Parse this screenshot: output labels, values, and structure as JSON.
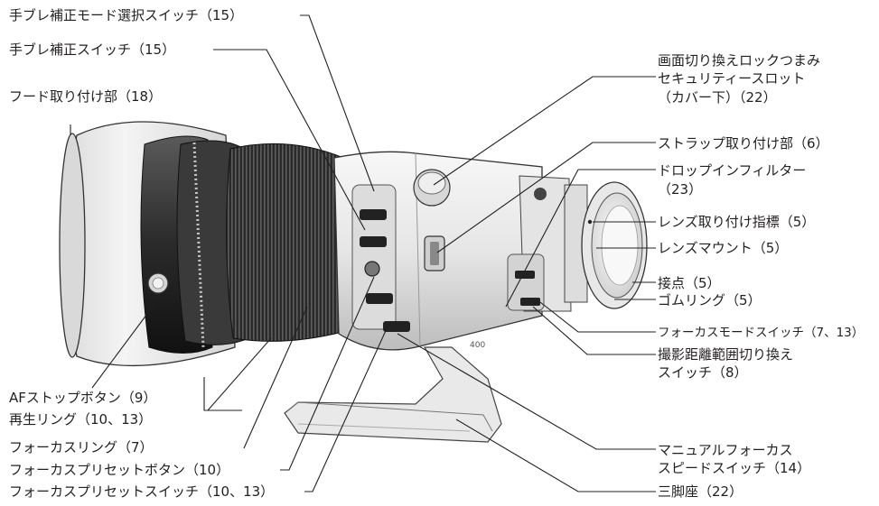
{
  "callouts": {
    "stabilizer_mode_switch": "手ブレ補正モード選択スイッチ（15）",
    "stabilizer_switch": "手ブレ補正スイッチ（15）",
    "hood_mount": "フード取り付け部（18）",
    "af_stop_button": "AFストップボタン（9）",
    "playback_ring": "再生リング（10、13）",
    "focus_ring": "フォーカスリング（7）",
    "focus_preset_button": "フォーカスプリセットボタン（10）",
    "focus_preset_switch": "フォーカスプリセットスイッチ（10、13）",
    "rotation_lock_knob": "画面切り換えロックつまみ",
    "security_slot": "セキュリティースロット",
    "security_slot_note": "（カバー下）（22）",
    "strap_mount": "ストラップ取り付け部（6）",
    "drop_in_filter": "ドロップインフィルター",
    "drop_in_filter_ref": "（23）",
    "lens_mount_index": "レンズ取り付け指標（5）",
    "lens_mount": "レンズマウント（5）",
    "contacts": "接点（5）",
    "rubber_ring": "ゴムリング（5）",
    "focus_mode_switch": "フォーカスモードスイッチ（7、13）",
    "distance_range_switch": "撮影距離範囲切り換え",
    "distance_range_switch_2": "スイッチ（8）",
    "mf_speed_switch": "マニュアルフォーカス",
    "mf_speed_switch_2": "スピードスイッチ（14）",
    "tripod_mount": "三脚座（22）"
  },
  "lens_markings": {
    "focal_length": "400"
  },
  "colors": {
    "text": "#231f20",
    "leader_line": "#231f20",
    "lens_body": "#f2f2f2",
    "lens_shadow": "#c9c9c9",
    "focus_ring": "#1a1a1a",
    "mount_metal": "#d8d8d8"
  }
}
